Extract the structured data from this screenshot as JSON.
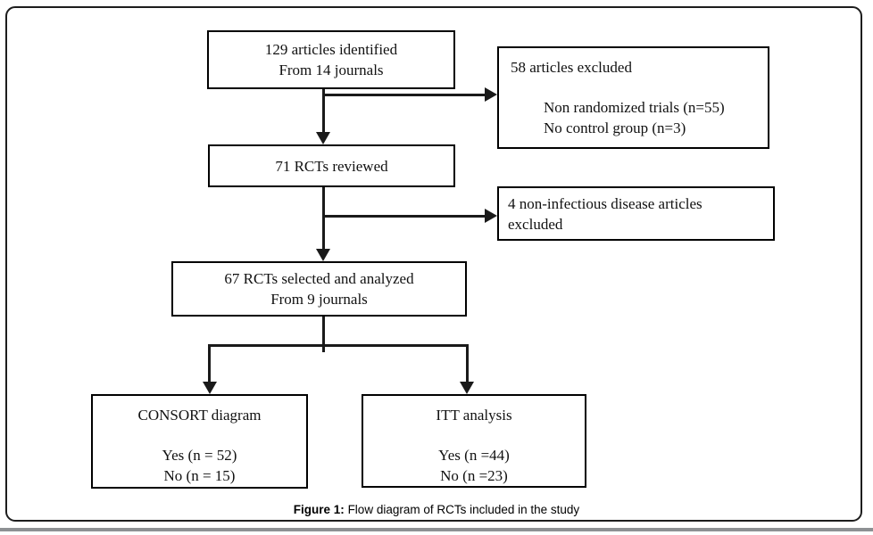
{
  "figure": {
    "caption": {
      "label": "Figure 1:",
      "text": " Flow diagram of RCTs included in the study"
    }
  },
  "flowchart": {
    "identified": {
      "line1": "129 articles identified",
      "line2": "From 14 journals"
    },
    "excluded_primary": {
      "title": "58 articles excluded",
      "reasons": [
        "Non randomized trials (n=55)",
        "No control group (n=3)"
      ]
    },
    "reviewed": {
      "label": "71 RCTs reviewed"
    },
    "excluded_secondary": {
      "line1": "4 non-infectious disease articles",
      "line2": "excluded"
    },
    "selected": {
      "line1": "67 RCTs selected and analyzed",
      "line2": "From 9 journals"
    },
    "consort": {
      "title": "CONSORT diagram",
      "yes": "Yes (n = 52)",
      "no": "No (n = 15)"
    },
    "itt": {
      "title": "ITT analysis",
      "yes": "Yes (n =44)",
      "no": "No (n =23)"
    }
  },
  "colors": {
    "background": "#ffffff",
    "text": "#111111",
    "box_border": "#000000",
    "connector_line": "#1a1a1a",
    "page_border": "#1d1d1d",
    "bottom_divider": "#8d9093"
  }
}
